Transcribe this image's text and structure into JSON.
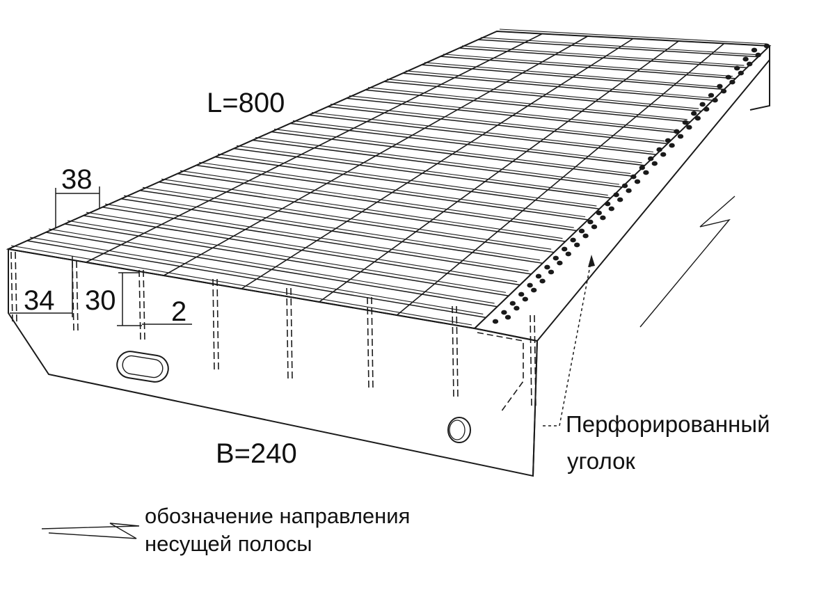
{
  "diagram": {
    "length_label": "L=800",
    "width_label": "B=240",
    "dimensions": {
      "cell_pitch": "38",
      "edge_offset": "34",
      "bar_height": "30",
      "bar_thickness": "2"
    },
    "callout": {
      "line1": "Перфорированный",
      "line2": "уголок"
    },
    "legend": {
      "line1": "обозначение направления",
      "line2": "несущей полосы"
    },
    "colors": {
      "line": "#1a1a1a",
      "background": "#ffffff"
    }
  }
}
